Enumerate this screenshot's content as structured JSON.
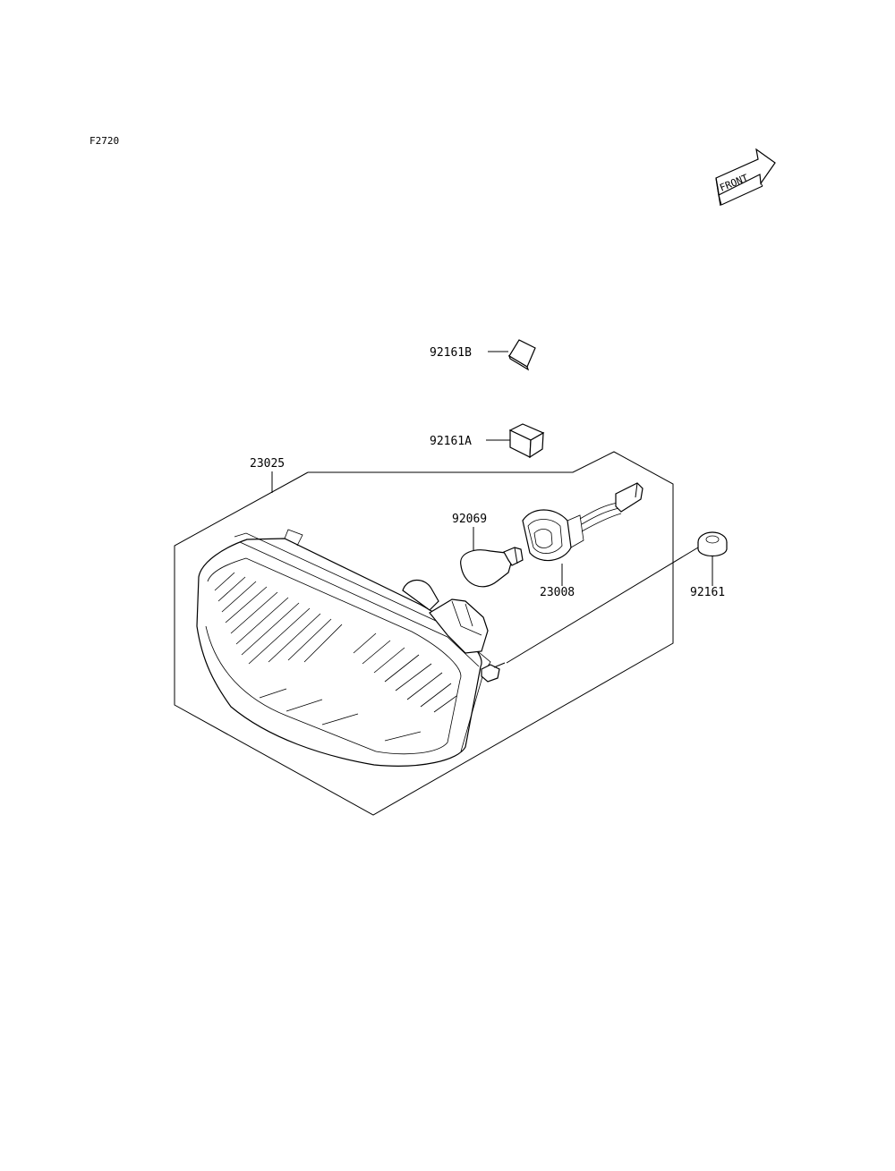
{
  "figure_code": "F2720",
  "front_label": "FRONT",
  "parts": {
    "p92161B": "92161B",
    "p92161A": "92161A",
    "p23025": "23025",
    "p92069": "92069",
    "p23008": "23008",
    "p92161": "92161"
  }
}
